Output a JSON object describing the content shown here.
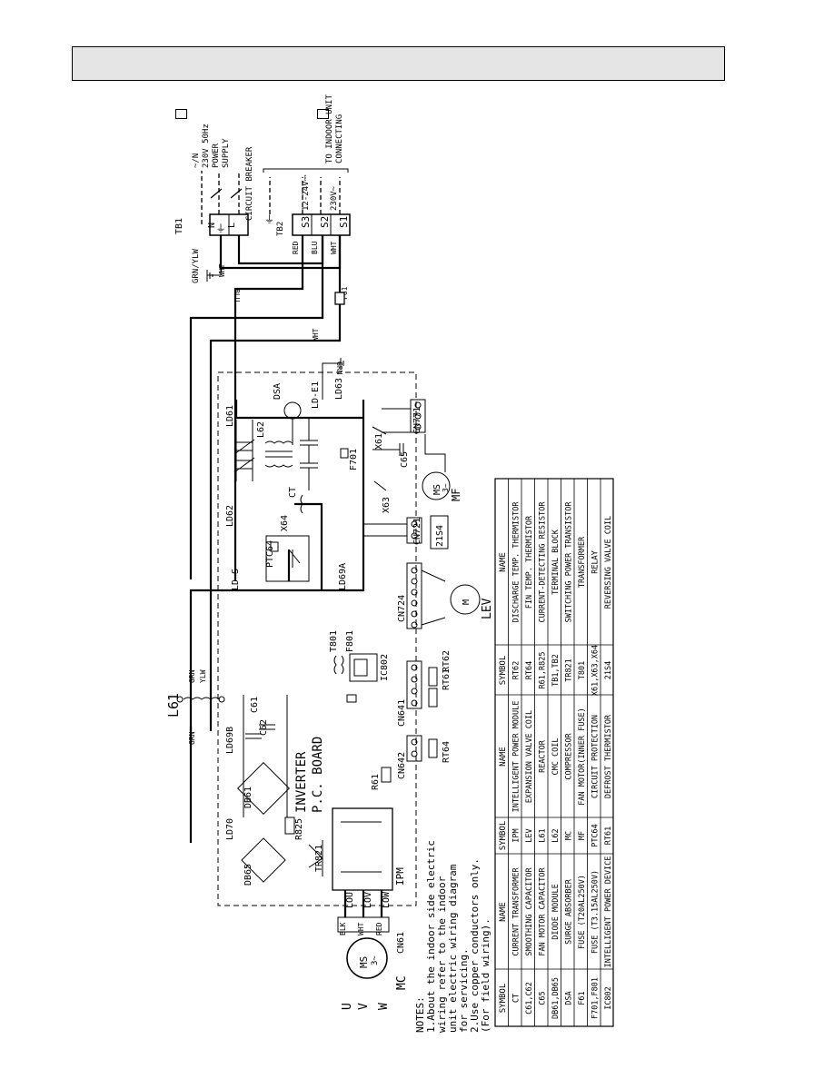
{
  "header": {
    "title": ""
  },
  "power_supply": {
    "terminal_block_1": "TB1",
    "terminals_1": [
      "⏚",
      "N",
      "L"
    ],
    "breaker": "CIRCUIT BREAKER",
    "supply_lines": [
      "~/N",
      "230V 50Hz",
      "POWER",
      "SUPPLY"
    ],
    "ground_wire": "GRN/YLW"
  },
  "indoor_connection": {
    "terminal_block_2": "TB2",
    "terminals_2": [
      "S3",
      "S2",
      "S1"
    ],
    "voltage_dc": "12-24V⎓",
    "voltage_ac": "230V~",
    "lines": [
      "TO INDOOR UNIT",
      "CONNECTING"
    ]
  },
  "wires": {
    "red": "RED",
    "blu": "BLU",
    "wht": "WHT",
    "grn": "GRN",
    "yellow": "YLW",
    "blk": "BLK",
    "fuse_f61": "F61"
  },
  "board_labels": {
    "ld61": "LD61",
    "ld62": "LD62",
    "ld63": "LD63",
    "ld_e1": "LD-E1",
    "ld_s": "LD-S",
    "ld69a": "LD69A",
    "ld69b": "LD69B",
    "ld70": "LD70",
    "dsa": "DSA",
    "l62": "L62",
    "ct": "CT",
    "f701": "F701",
    "x61": "X61",
    "c65": "C65",
    "x63": "X63",
    "x64": "X64",
    "ptc64": "PTC64",
    "cn721": "CN721",
    "cn771": "CN771",
    "cn724": "CN724",
    "s21": "21S4",
    "lev": "LEV",
    "mf": "MF",
    "motor": "M",
    "ic802": "IC802",
    "t801": "T801",
    "f801": "F801",
    "cn641": "CN641",
    "cn642": "CN642",
    "rt61": "RT61",
    "rt62": "RT62",
    "rt64": "RT64",
    "l61": "L61",
    "c61": "C61",
    "c62": "C62",
    "inverter": "INVERTER",
    "pcboard": "P.C. BOARD",
    "db61": "DB61",
    "db65": "DB65",
    "r825": "R825",
    "tr821": "TR821",
    "r61": "R61",
    "ipm": "IPM",
    "lou": "LOU",
    "lov": "LOV",
    "low": "LOW",
    "cn61": "CN61",
    "mc": "MC",
    "u": "U",
    "v": "V",
    "w": "W",
    "ms": "MS",
    "ms_phase": "3~"
  },
  "notes": [
    "NOTES:",
    "1.About the indoor side electric",
    "  wiring refer to the indoor",
    "  unit electric wiring diagram",
    "  for servicing.",
    "2.Use copper conductors only.",
    "  (For field wiring)."
  ],
  "legend": {
    "headers": [
      "SYMBOL",
      "NAME",
      "SYMBOL",
      "NAME",
      "SYMBOL",
      "NAME"
    ],
    "rows": [
      [
        "CT",
        "CURRENT TRANSFORMER",
        "IPM",
        "INTELLIGENT POWER MODULE",
        "RT62",
        "DISCHARGE TEMP. THERMISTOR"
      ],
      [
        "C61,C62",
        "SMOOTHING CAPACITOR",
        "LEV",
        "EXPANSION VALVE COIL",
        "RT64",
        "FIN TEMP. THERMISTOR"
      ],
      [
        "C65",
        "FAN MOTOR CAPACITOR",
        "L61",
        "REACTOR",
        "R61,R825",
        "CURRENT-DETECTING RESISTOR"
      ],
      [
        "DB61,DB65",
        "DIODE MODULE",
        "L62",
        "CMC COIL",
        "TB1,TB2",
        "TERMINAL BLOCK"
      ],
      [
        "DSA",
        "SURGE ABSORBER",
        "MC",
        "COMPRESSOR",
        "TR821",
        "SWITCHING POWER TRANSISTOR"
      ],
      [
        "F61",
        "FUSE (T20AL250V)",
        "MF",
        "FAN MOTOR(INNER FUSE)",
        "T801",
        "TRANSFORMER"
      ],
      [
        "F701,F801",
        "FUSE (T3.15AL250V)",
        "PTC64",
        "CIRCUIT PROTECTION",
        "X61,X63,X64",
        "RELAY"
      ],
      [
        "IC802",
        "INTELLIGENT POWER DEVICE",
        "RT61",
        "DEFROST THERMISTOR",
        "21S4",
        "REVERSING VALVE COIL"
      ]
    ]
  }
}
